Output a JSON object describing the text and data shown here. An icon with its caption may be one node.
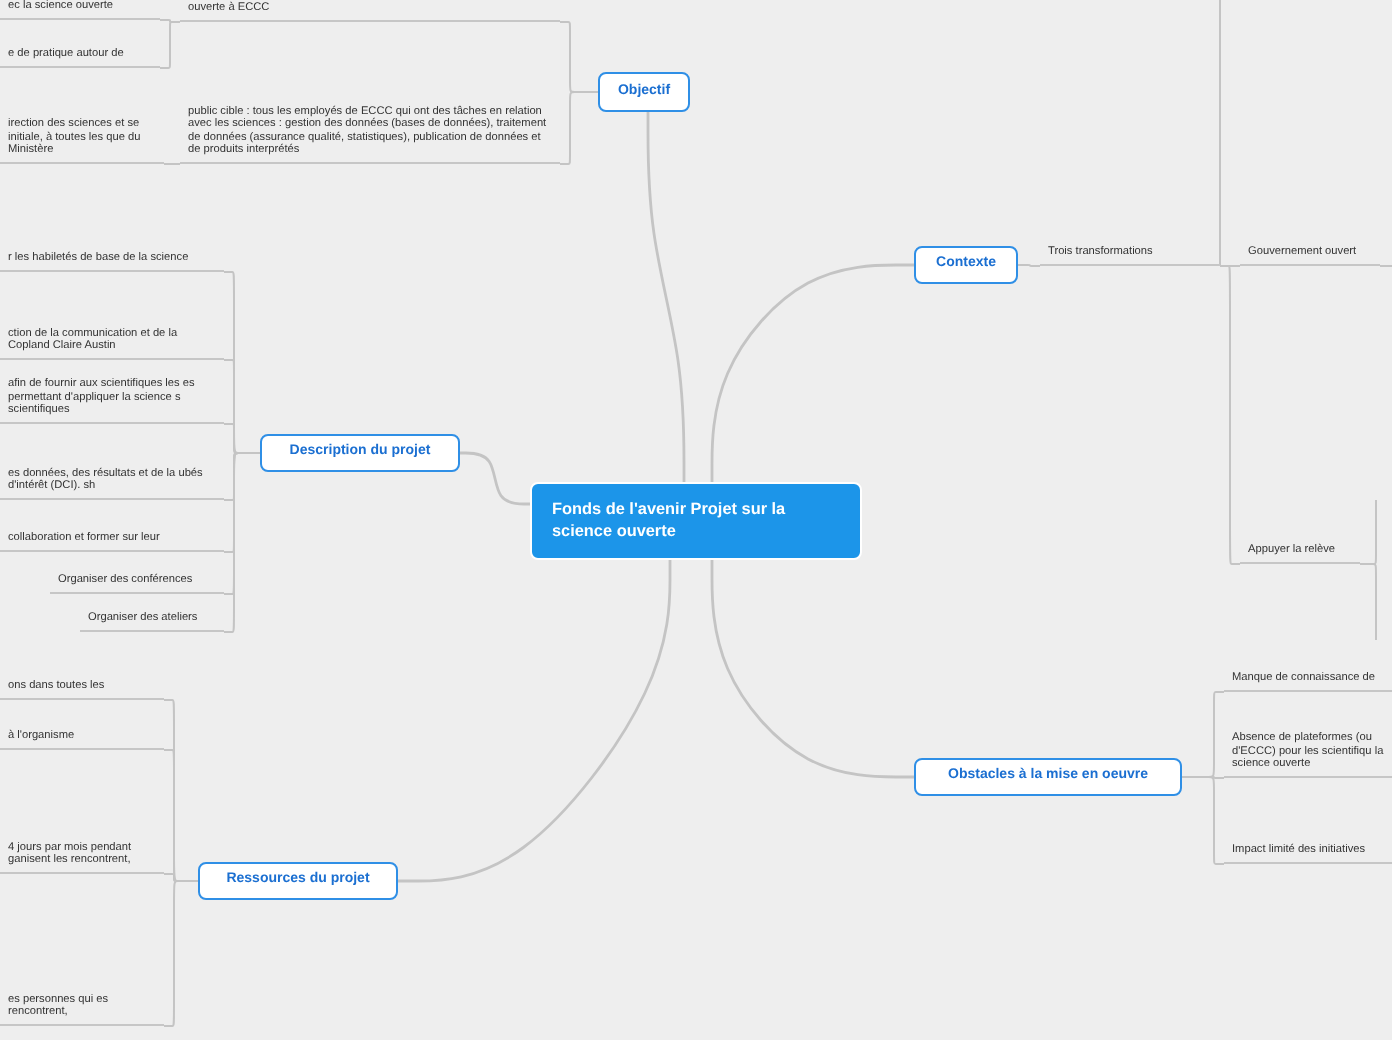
{
  "diagram": {
    "nodes": [
      {
        "text": [
          "Fonds de l'avenir Projet sur la science ouverte"
        ]
      },
      {
        "text": [
          "Objectif"
        ]
      },
      {
        "text": [
          "ouverte à ECCC"
        ]
      },
      {
        "text": [
          "ec la science ouverte"
        ]
      },
      {
        "text": [
          "e de pratique autour de"
        ]
      },
      {
        "text": [
          "public cible : tous les employés de ECCC qui ont des tâches en relation avec les sciences : gestion des données (bases de données), traitement de données (assurance qualité, statistiques), publication de données et de produits interprétés"
        ]
      },
      {
        "text": [
          "irection des sciences et se initiale, à toutes les que du Ministère"
        ]
      },
      {
        "text": [
          "Description du projet"
        ]
      },
      {
        "text": [
          "r les habiletés de base de la science"
        ]
      },
      {
        "text": [
          "ction de la communication et de la Copland Claire Austin"
        ]
      },
      {
        "text": [
          "afin de fournir aux scientifiques les es permettant d'appliquer la science s scientifiques"
        ]
      },
      {
        "text": [
          "es données, des résultats et de la ubés d'intérêt (DCI). sh"
        ]
      },
      {
        "text": [
          "collaboration et former sur leur"
        ]
      },
      {
        "text": [
          "Organiser des conférences"
        ]
      },
      {
        "text": [
          "Organiser des ateliers"
        ]
      },
      {
        "text": [
          "Obstacles à la mise en oeuvre"
        ]
      },
      {
        "text": [
          "Manque de connaissance de"
        ]
      },
      {
        "text": [
          "Absence de plateformes (ou d'ECCC) pour les scientifiqu la science ouverte"
        ]
      },
      {
        "text": [
          "Impact limité des initiatives"
        ]
      },
      {
        "text": [
          "Ressources du projet"
        ]
      },
      {
        "text": [
          "ons dans toutes les"
        ]
      },
      {
        "text": [
          "à l'organisme"
        ]
      },
      {
        "text": [
          "4 jours par mois pendant ganisent les rencontrent,"
        ]
      },
      {
        "text": [
          "es personnes qui es rencontrent,"
        ]
      },
      {
        "text": [
          "Contexte"
        ]
      },
      {
        "text": [
          "Trois transformations"
        ]
      },
      {
        "text": [
          "Gouvernement ouvert"
        ]
      },
      {
        "text": [
          "Appuyer la relève"
        ]
      }
    ],
    "edges": [
      {
        "from": 0,
        "to": 1,
        "arrow": "none"
      },
      {
        "from": 0,
        "to": 24,
        "arrow": "none"
      },
      {
        "from": 0,
        "to": 7,
        "arrow": "none"
      },
      {
        "from": 0,
        "to": 19,
        "arrow": "none"
      },
      {
        "from": 0,
        "to": 15,
        "arrow": "none"
      },
      {
        "from": 1,
        "to": 2,
        "arrow": "none"
      },
      {
        "from": 1,
        "to": 5,
        "arrow": "none"
      },
      {
        "from": 2,
        "to": 3,
        "arrow": "none"
      },
      {
        "from": 2,
        "to": 4,
        "arrow": "none"
      },
      {
        "from": 5,
        "to": 6,
        "arrow": "none"
      },
      {
        "from": 7,
        "to": 8,
        "arrow": "none"
      },
      {
        "from": 7,
        "to": 9,
        "arrow": "none"
      },
      {
        "from": 7,
        "to": 10,
        "arrow": "none"
      },
      {
        "from": 7,
        "to": 11,
        "arrow": "none"
      },
      {
        "from": 7,
        "to": 12,
        "arrow": "none"
      },
      {
        "from": 7,
        "to": 13,
        "arrow": "none"
      },
      {
        "from": 7,
        "to": 14,
        "arrow": "none"
      },
      {
        "from": 15,
        "to": 16,
        "arrow": "none"
      },
      {
        "from": 15,
        "to": 17,
        "arrow": "none"
      },
      {
        "from": 15,
        "to": 18,
        "arrow": "none"
      },
      {
        "from": 19,
        "to": 20,
        "arrow": "none"
      },
      {
        "from": 19,
        "to": 21,
        "arrow": "none"
      },
      {
        "from": 19,
        "to": 22,
        "arrow": "none"
      },
      {
        "from": 19,
        "to": 23,
        "arrow": "none"
      },
      {
        "from": 24,
        "to": 25,
        "arrow": "none"
      },
      {
        "from": 25,
        "to": 26,
        "arrow": "none"
      },
      {
        "from": 25,
        "to": 27,
        "arrow": "none"
      },
      {
        "from": 25,
        "to": null,
        "arrow": "none"
      },
      {
        "from": 26,
        "to": null,
        "arrow": "none"
      },
      {
        "from": 27,
        "to": null,
        "arrow": "none"
      },
      {
        "from": 27,
        "to": null,
        "arrow": "none"
      }
    ]
  }
}
